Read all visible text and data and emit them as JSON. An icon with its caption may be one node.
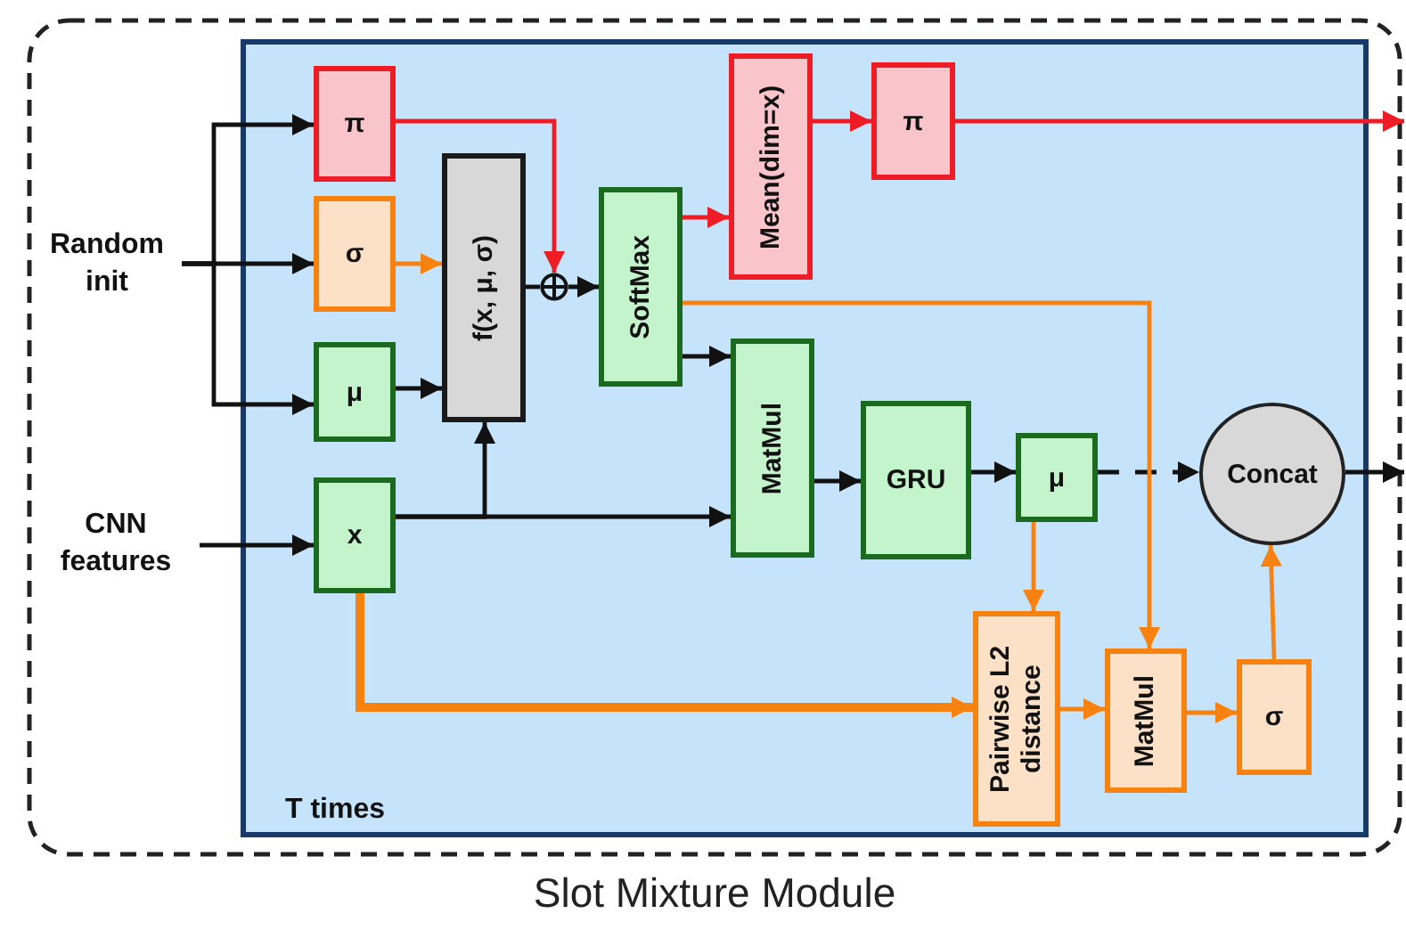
{
  "diagram": {
    "nodes": [
      {
        "text": [
          "Slot Mixture Module"
        ]
      },
      {
        "text": [
          "T times"
        ],
        "in": 0
      },
      {
        "text": [
          "Random init"
        ],
        "in": 0
      },
      {
        "text": [
          "CNN features"
        ],
        "in": 0
      },
      {
        "text": [
          "π"
        ],
        "in": 1
      },
      {
        "text": [
          "σ"
        ],
        "in": 1
      },
      {
        "text": [
          "μ"
        ],
        "in": 1
      },
      {
        "text": [
          "x"
        ],
        "in": 1
      },
      {
        "text": [
          "f(x, μ, σ)"
        ],
        "in": 1
      },
      {
        "text": [],
        "shape": "circle",
        "in": 1
      },
      {
        "text": [
          "SoftMax"
        ],
        "in": 1
      },
      {
        "text": [
          "Mean(dim=x)"
        ],
        "in": 1
      },
      {
        "text": [
          "π"
        ],
        "in": 1
      },
      {
        "text": [
          "MatMul"
        ],
        "in": 1
      },
      {
        "text": [
          "GRU"
        ],
        "in": 1
      },
      {
        "text": [
          "μ"
        ],
        "in": 1
      },
      {
        "text": [
          "Concat"
        ],
        "in": 1
      },
      {
        "text": [
          "Pairwise L2 distance"
        ],
        "in": 1
      },
      {
        "text": [
          "MatMul"
        ],
        "in": 1
      },
      {
        "text": [
          "σ"
        ],
        "in": 1
      }
    ],
    "edges": [
      {
        "from": 2,
        "to": 4,
        "arrow": "to"
      },
      {
        "from": 2,
        "to": 5,
        "arrow": "to"
      },
      {
        "from": 2,
        "to": 6,
        "arrow": "to"
      },
      {
        "from": 3,
        "to": 7,
        "arrow": "to"
      },
      {
        "from": 4,
        "to": 9,
        "arrow": "to",
        "color": "#ee1c25"
      },
      {
        "from": 5,
        "to": 8,
        "arrow": "to",
        "color": "#f7820f"
      },
      {
        "from": 6,
        "to": 8,
        "arrow": "to"
      },
      {
        "from": 7,
        "to": 8,
        "arrow": "to"
      },
      {
        "from": 8,
        "to": 9,
        "arrow": "none"
      },
      {
        "from": 9,
        "to": 10,
        "arrow": "to"
      },
      {
        "from": 10,
        "to": 11,
        "arrow": "to",
        "color": "#ee1c25"
      },
      {
        "from": 11,
        "to": 12,
        "arrow": "to",
        "color": "#ee1c25"
      },
      {
        "from": 12,
        "to": null,
        "arrow": "to",
        "color": "#ee1c25"
      },
      {
        "from": 10,
        "to": 13,
        "arrow": "to"
      },
      {
        "from": 7,
        "to": 13,
        "arrow": "to"
      },
      {
        "from": 13,
        "to": 14,
        "arrow": "to"
      },
      {
        "from": 14,
        "to": 15,
        "arrow": "to"
      },
      {
        "from": 15,
        "to": 16,
        "arrow": "to",
        "style": "dashed"
      },
      {
        "from": 16,
        "to": null,
        "arrow": "to"
      },
      {
        "from": 10,
        "to": 18,
        "arrow": "to",
        "color": "#f7820f"
      },
      {
        "from": 15,
        "to": 17,
        "arrow": "to",
        "color": "#f7820f"
      },
      {
        "from": 7,
        "to": 17,
        "arrow": "to",
        "color": "#f7820f",
        "style": "thick"
      },
      {
        "from": 17,
        "to": 18,
        "arrow": "to",
        "color": "#f7820f"
      },
      {
        "from": 18,
        "to": 19,
        "arrow": "to",
        "color": "#f7820f"
      },
      {
        "from": 19,
        "to": 16,
        "arrow": "to",
        "color": "#f7820f"
      }
    ]
  }
}
